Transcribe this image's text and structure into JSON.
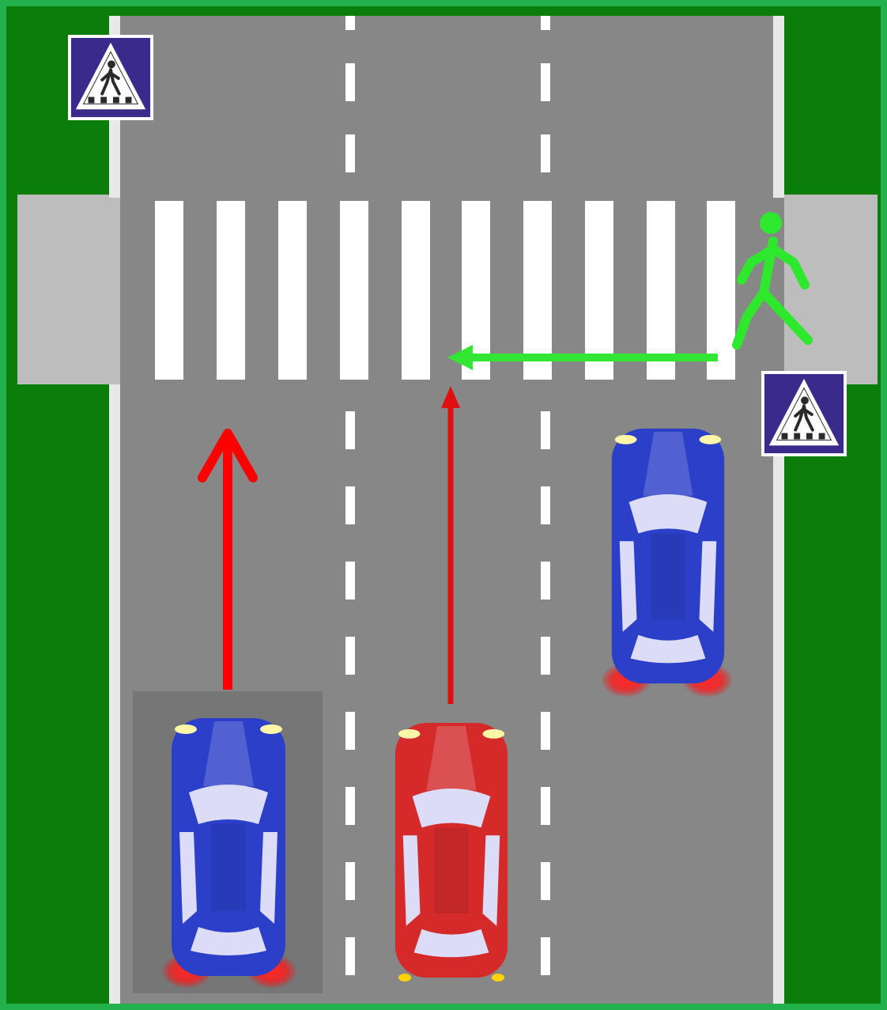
{
  "scene": {
    "title": "",
    "lanes": 3,
    "colors": {
      "frame": "#22b14c",
      "grass": "#0a7d0a",
      "road": "#878787",
      "sidewalk": "#bdbdbd",
      "markings": "#ffffff",
      "crosswalk_stripes": "#ffffff",
      "sign_background": "#3a2a8c",
      "pedestrian": "#2ee82e",
      "vehicle_path_arrow": "#ff0000",
      "pedestrian_path_arrow": "#33e633"
    }
  },
  "signs": [
    {
      "name": "pedestrian-crossing-sign-left",
      "icon": "pedestrian-crossing-icon"
    },
    {
      "name": "pedestrian-crossing-sign-right",
      "icon": "pedestrian-crossing-icon"
    }
  ],
  "vehicles": [
    {
      "name": "blue-car-left-lane",
      "color": "#2b3fc8",
      "lane": "left",
      "status": "moving"
    },
    {
      "name": "red-car-middle-lane",
      "color": "#d42a2a",
      "lane": "middle",
      "status": "moving"
    },
    {
      "name": "blue-car-right-lane",
      "color": "#2b3fc8",
      "lane": "right",
      "status": "stopped"
    }
  ],
  "pedestrian": {
    "icon": "walking-person-icon",
    "direction": "right-to-left"
  }
}
